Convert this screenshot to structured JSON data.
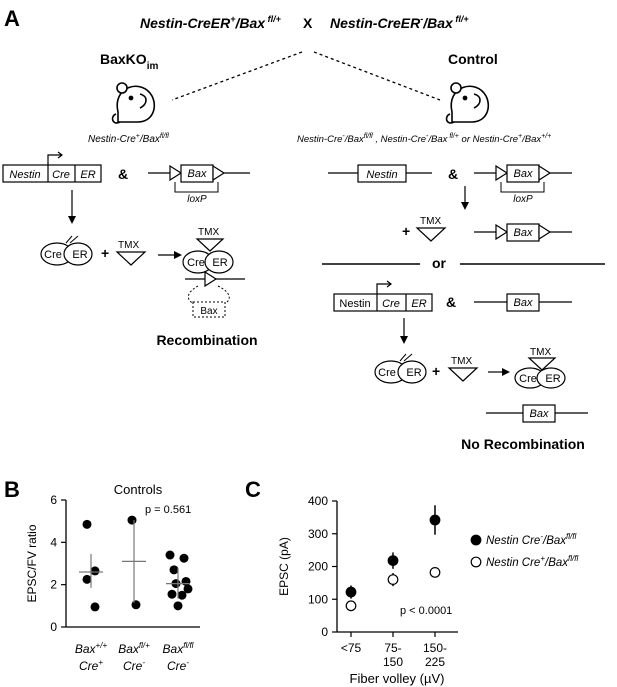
{
  "panel_a": {
    "letter": "A",
    "cross": {
      "left_genotype": "Nestin-CreER",
      "left_sup": "+",
      "left_bax": "/Bax",
      "left_bax_sup": " fl/+",
      "cross_symbol": "X",
      "right_genotype": "Nestin-CreER",
      "right_sup": "-",
      "right_bax": "/Bax",
      "right_bax_sup": " fl/+"
    },
    "left_branch": {
      "title": "BaxKO",
      "title_sub": "im",
      "genotype": "Nestin-Cre",
      "genotype_sup": "+",
      "genotype_bax": "/Bax",
      "genotype_bax_sup": "fl/fl",
      "construct_nestin": "Nestin",
      "construct_cre": "Cre",
      "construct_er": "ER",
      "amp": "&",
      "bax": "Bax",
      "loxp": "loxP",
      "protein_cre": "Cre",
      "protein_er": "ER",
      "plus": "+",
      "tmx": "TMX",
      "arrow": "→",
      "excised_bax": "Bax",
      "outcome": "Recombination"
    },
    "right_branch": {
      "title": "Control",
      "genotypes_1": "Nestin-Cre",
      "genotypes_1_sup": "-",
      "genotypes_1_bax": "/Bax",
      "genotypes_1_bax_sup": "fl/fl",
      "genotypes_sep_1": " , ",
      "genotypes_2": "Nestin-Cre",
      "genotypes_2_sup": "-",
      "genotypes_2_bax": "/Bax",
      "genotypes_2_bax_sup": " fl/+",
      "genotypes_or": " or ",
      "genotypes_3": "Nestin-Cre",
      "genotypes_3_sup": "+",
      "genotypes_3_bax": "/Bax",
      "genotypes_3_bax_sup": "+/+",
      "nestin": "Nestin",
      "amp1": "&",
      "bax1": "Bax",
      "loxp": "loxP",
      "plus": "+",
      "tmx1": "TMX",
      "bax2": "Bax",
      "or": "or",
      "construct_nestin": "Nestin",
      "construct_cre": "Cre",
      "construct_er": "ER",
      "amp2": "&",
      "bax3": "Bax",
      "protein_cre": "Cre",
      "protein_er": "ER",
      "plus2": "+",
      "tmx2": "TMX",
      "tmx3": "TMX",
      "protein2_cre": "Cre",
      "protein2_er": "ER",
      "bax4": "Bax",
      "outcome": "No Recombination"
    }
  },
  "chart_data": [
    {
      "panel": "B",
      "type": "scatter",
      "title": "Controls",
      "ylabel": "EPSC/FV ratio",
      "ylim": [
        0,
        6
      ],
      "yticks": [
        0,
        2,
        4,
        6
      ],
      "annotation": "p = 0.561",
      "categories": [
        {
          "line1": "Bax",
          "line1_sup": "+/+",
          "line2": "Cre",
          "line2_sup": "+"
        },
        {
          "line1": "Bax",
          "line1_sup": "fl/+",
          "line2": "Cre",
          "line2_sup": "-"
        },
        {
          "line1": "Bax",
          "line1_sup": "fl/fl",
          "line2": "Cre",
          "line2_sup": "-"
        }
      ],
      "groups": [
        {
          "points": [
            4.85,
            2.65,
            2.25,
            0.95
          ],
          "mean": 2.6,
          "sd": [
            1.85,
            3.45
          ]
        },
        {
          "points": [
            5.05,
            1.05
          ],
          "mean": 3.1,
          "sd": [
            1.15,
            5.05
          ]
        },
        {
          "points": [
            3.4,
            3.25,
            2.7,
            2.15,
            2.05,
            1.8,
            1.55,
            1.5,
            1.0
          ],
          "mean": 2.05,
          "sd": [
            1.35,
            2.8
          ]
        }
      ]
    },
    {
      "panel": "C",
      "type": "scatter",
      "ylabel": "EPSC (pA)",
      "xlabel": "Fiber volley (µV)",
      "ylim": [
        0,
        400
      ],
      "yticks": [
        0,
        100,
        200,
        300,
        400
      ],
      "categories": [
        {
          "line1": "<75",
          "line2": ""
        },
        {
          "line1": "75-",
          "line2": "150"
        },
        {
          "line1": "150-",
          "line2": "225"
        }
      ],
      "annotation": "p < 0.0001",
      "series": [
        {
          "name": "Nestin Cre",
          "name_sup": "-",
          "name_tail": "/Bax",
          "name_tail_sup": "fl/fl",
          "fill": "#000000",
          "values": [
            122,
            218,
            342
          ],
          "err": [
            20,
            25,
            45
          ]
        },
        {
          "name": "Nestin Cre",
          "name_sup": "+",
          "name_tail": "/Bax",
          "name_tail_sup": "fl/fl",
          "fill": "#ffffff",
          "values": [
            80,
            160,
            182
          ],
          "err": [
            10,
            20,
            0
          ]
        }
      ]
    }
  ]
}
